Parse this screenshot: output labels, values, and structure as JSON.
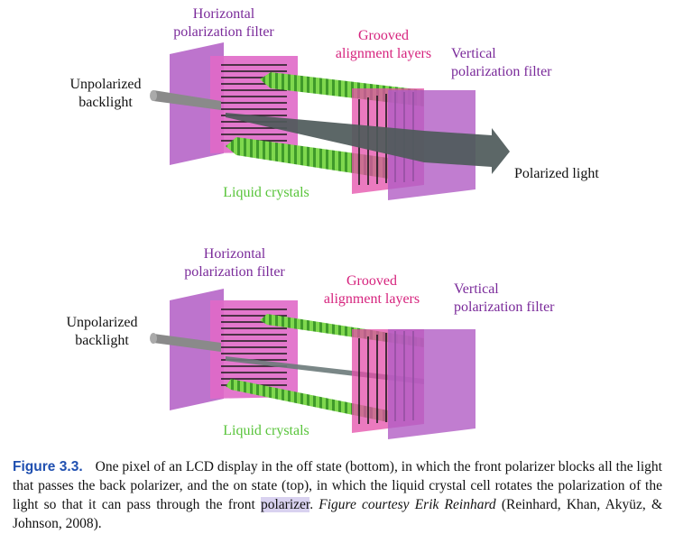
{
  "top_panel": {
    "horizontal_filter": "Horizontal\npolarization filter",
    "grooved_layers": "Grooved\nalignment layers",
    "vertical_filter": "Vertical\npolarization filter",
    "backlight": "Unpolarized\nbacklight",
    "polarized_light": "Polarized light",
    "liquid_crystals": "Liquid crystals"
  },
  "bottom_panel": {
    "horizontal_filter": "Horizontal\npolarization filter",
    "grooved_layers": "Grooved\nalignment layers",
    "vertical_filter": "Vertical\npolarization filter",
    "backlight": "Unpolarized\nbacklight",
    "liquid_crystals": "Liquid crystals"
  },
  "caption": {
    "label": "Figure 3.3.",
    "text_main": "One pixel of an LCD display in the off state (bottom), in which the front polarizer blocks all the light that passes the back polarizer, and the on state (top), in which the liquid crystal cell rotates the polarization of the light so that it can pass through the front ",
    "highlighted_word": "polarizer",
    "period": ".",
    "credit_italic": "Figure courtesy Erik Reinhard",
    "citation": " (Reinhard, Khan, Akyüz, & Johnson, 2008)."
  },
  "colors": {
    "purple_text": "#7a2a9a",
    "magenta_text": "#d6247e",
    "green_text": "#58c43a",
    "caption_label": "#1f4fb0",
    "highlight": "#d9d2f0"
  }
}
